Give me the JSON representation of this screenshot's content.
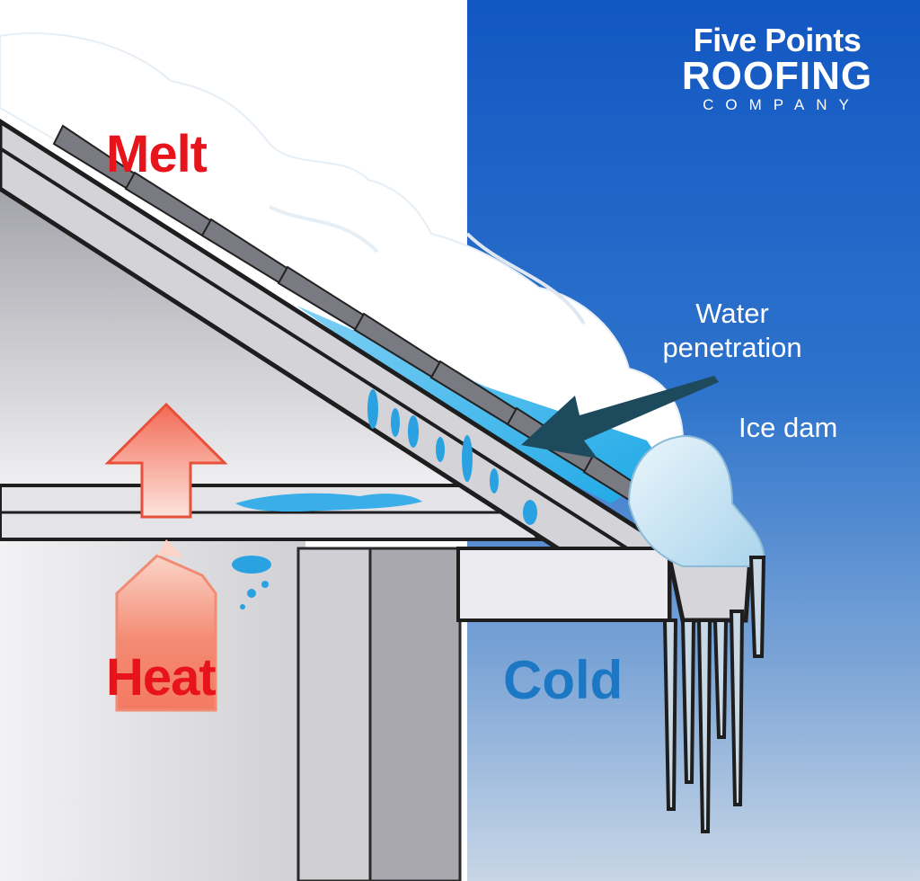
{
  "logo": {
    "line1": "Five Points",
    "line2": "ROOFING",
    "line3": "COMPANY"
  },
  "labels": {
    "melt": "Melt",
    "heat": "Heat",
    "cold": "Cold",
    "water_penetration": "Water penetration",
    "ice_dam": "Ice dam"
  },
  "colors": {
    "sky_top": "#1560c8",
    "sky_bottom": "#c4d4e6",
    "warm_label": "#e8141c",
    "cold_label": "#1c78c4",
    "heat_arrow": "#f07860",
    "water": "#38b0ea",
    "ice": "#cfe6f4",
    "pointer_arrow": "#1e4a5e"
  }
}
